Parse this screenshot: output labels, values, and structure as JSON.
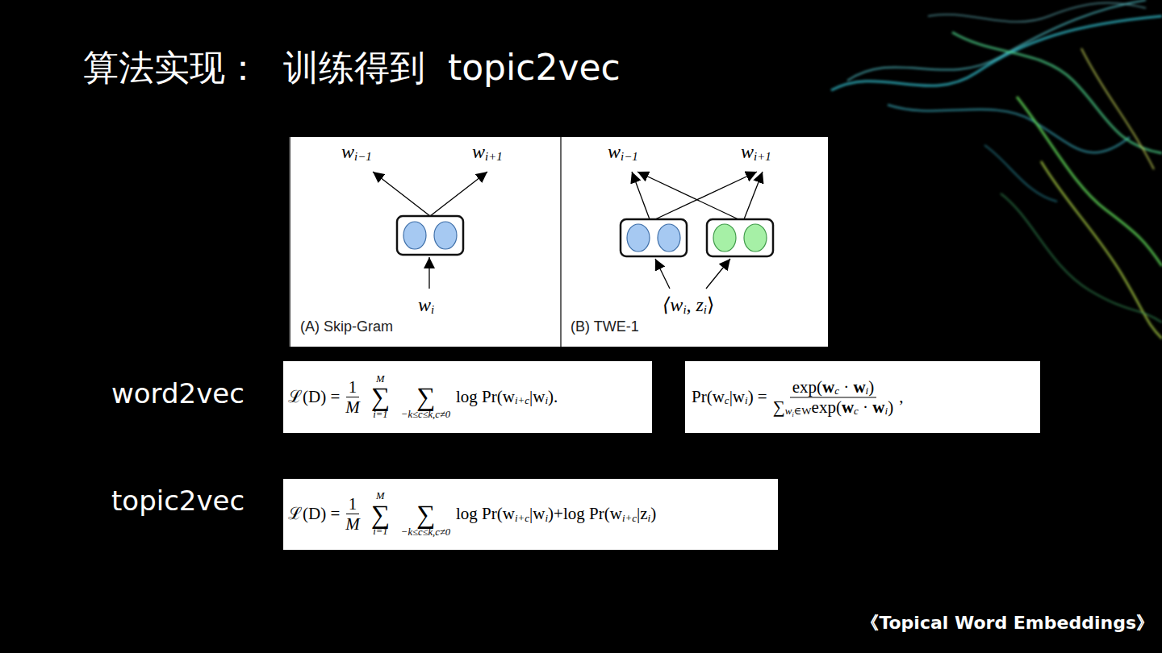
{
  "diagram": {
    "title": "算法实现：  训练得到  topic2vec",
    "nodes": [
      {
        "text": [
          "w",
          "i−1",
          "w",
          "i+1",
          "w",
          "i",
          "(A) Skip-Gram"
        ]
      },
      {
        "text": [
          "w",
          "i−1",
          "w",
          "i+1",
          "⟨w",
          "i",
          ", z",
          "i",
          "⟩",
          "(B) TWE-1"
        ]
      },
      {
        "text": [
          "ℒ(D) =",
          "1",
          "M",
          "M",
          "∑",
          "i=1",
          "∑",
          "−k≤c≤k,c≠0",
          "log Pr(w",
          "i+c",
          "|w",
          "i",
          ")."
        ]
      },
      {
        "text": [
          "Pr(w",
          "c",
          "|w",
          "i",
          ") =",
          "exp(",
          "w",
          "c",
          "·",
          "w",
          "i",
          ")",
          "∑",
          "w",
          "i",
          "∈W",
          "exp(",
          "w",
          "c",
          "·",
          "w",
          "i",
          ")",
          ","
        ]
      },
      {
        "text": [
          "ℒ(D) =",
          "1",
          "M",
          "M",
          "∑",
          "i=1",
          "∑",
          "−k≤c≤k,c≠0",
          "log Pr(w",
          "i+c",
          "|w",
          "i",
          ")+log Pr(w",
          "i+c",
          "|z",
          "i",
          ")"
        ]
      }
    ],
    "labels": [
      "word2vec",
      "topic2vec",
      "《Topical Word Embeddings》"
    ]
  }
}
